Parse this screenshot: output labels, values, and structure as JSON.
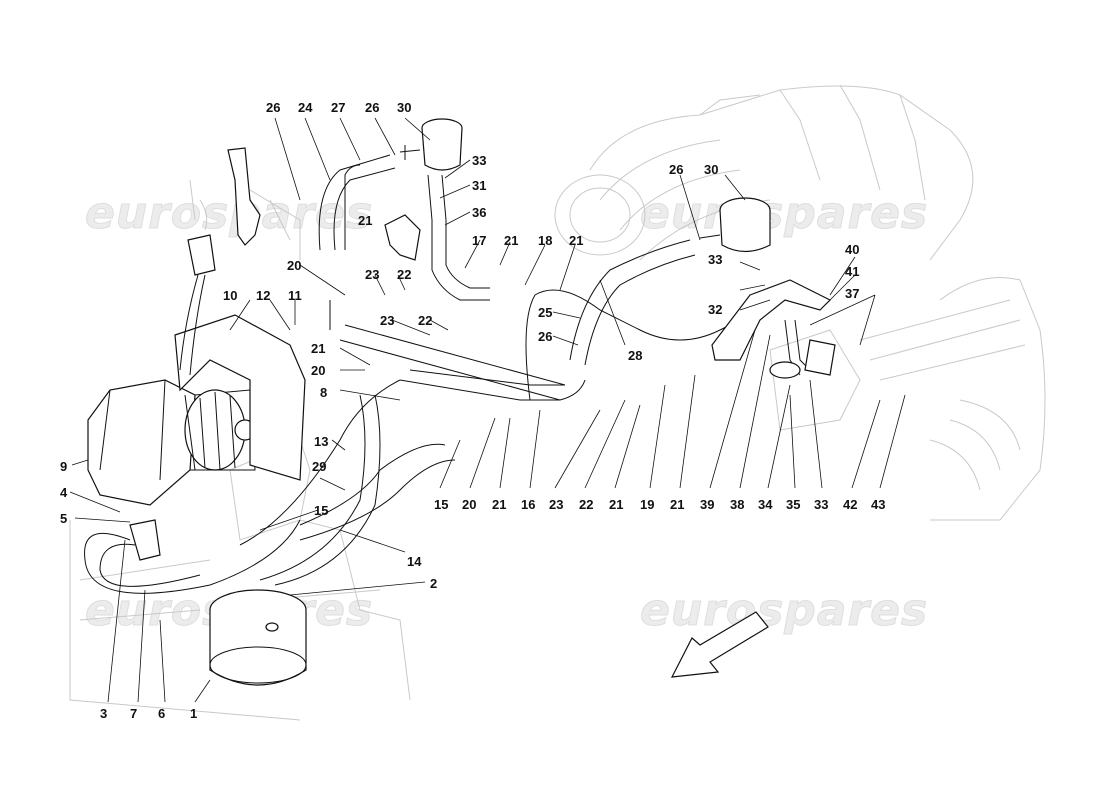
{
  "watermark": {
    "text": "eurospares"
  },
  "callouts": [
    "26",
    "24",
    "27",
    "26",
    "30",
    "33",
    "31",
    "36",
    "17",
    "21",
    "18",
    "21",
    "21",
    "20",
    "23",
    "22",
    "10",
    "12",
    "11",
    "23",
    "22",
    "25",
    "26",
    "28",
    "21",
    "20",
    "8",
    "13",
    "9",
    "4",
    "5",
    "29",
    "15",
    "15",
    "20",
    "21",
    "16",
    "23",
    "22",
    "21",
    "19",
    "21",
    "39",
    "38",
    "34",
    "35",
    "33",
    "42",
    "43",
    "14",
    "2",
    "3",
    "7",
    "6",
    "1",
    "26",
    "30",
    "40",
    "41",
    "37",
    "33",
    "32"
  ],
  "colors": {
    "ink": "#111111",
    "ghost": "#c9c9c9",
    "watermark": "#ececec"
  },
  "icons": {
    "direction": "arrow-icon"
  }
}
